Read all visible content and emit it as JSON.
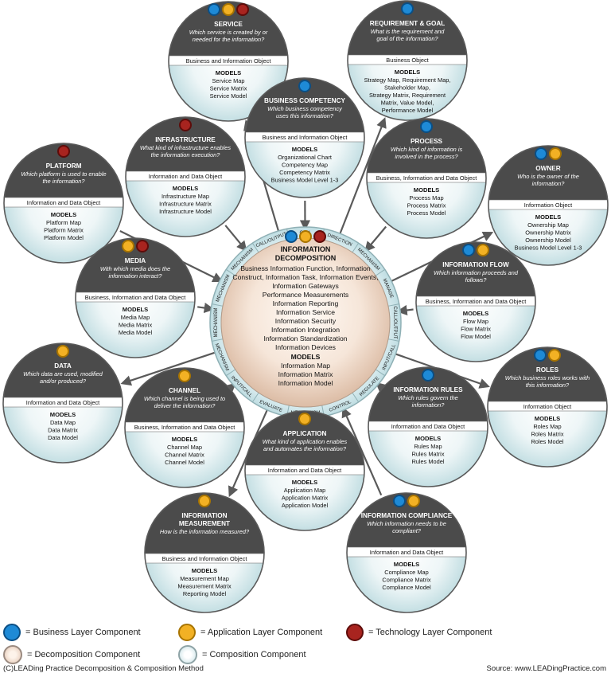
{
  "center": {
    "title": [
      "INFORMATION",
      "DECOMPOSITION"
    ],
    "items": [
      "Business Information Function, Information",
      "Construct, Information Task, Information Events,",
      "Information Gateways",
      "Performance Measurements",
      "Information Reporting",
      "Information Service",
      "Information Security",
      "Information Integration",
      "Information Standardization",
      "Information Devices"
    ],
    "models_title": "MODELS",
    "models": [
      "Information Map",
      "Information Matrix",
      "Information Model"
    ],
    "badges": [
      "business",
      "application",
      "technology"
    ]
  },
  "ring_labels": [
    "CALL",
    "DIRECTION",
    "MECHANISM",
    "MANAGE",
    "CALL/OUTPUT",
    "INPUT/CALL",
    "REGULATE",
    "CONTROL",
    "MECHANISM",
    "EVALUATE",
    "INPUT/CALL",
    "MECHANISM",
    "MECHANISM",
    "MECHANISM",
    "MECHANISM",
    "CALL/OUTPUT"
  ],
  "nodes": [
    {
      "id": "service",
      "title": [
        "SERVICE"
      ],
      "question": [
        "Which service is created by or",
        "needed for the information?"
      ],
      "object": "Business and Information Object",
      "models": [
        "Service Map",
        "Service Matrix",
        "Service Model"
      ],
      "badges": [
        "business",
        "application",
        "technology"
      ]
    },
    {
      "id": "requirement",
      "title": [
        "REQUIREMENT & GOAL"
      ],
      "question": [
        "What is the requirement and",
        "goal of the information?"
      ],
      "object": "Business Object",
      "models": [
        "Strategy Map, Requirement Map,",
        "Stakeholder Map,",
        "Strategy Matrix, Requirement",
        "Matrix, Value Model,",
        "Performance Model"
      ],
      "badges": [
        "business"
      ]
    },
    {
      "id": "competency",
      "title": [
        "BUSINESS COMPETENCY"
      ],
      "question": [
        "Which business competency",
        "uses this information?"
      ],
      "object": "Business and Information Object",
      "models": [
        "Organizational Chart",
        "Competency Map",
        "Competency Matrix",
        "Business Model Level 1-3"
      ],
      "badges": [
        "business"
      ]
    },
    {
      "id": "infrastructure",
      "title": [
        "INFRASTRUCTURE"
      ],
      "question": [
        "What kind of infrastructure enables",
        "the information execution?"
      ],
      "object": "Information and Data Object",
      "models": [
        "Infrastructure Map",
        "Infrastructure Matrix",
        "Infrastructure Model"
      ],
      "badges": [
        "technology"
      ]
    },
    {
      "id": "process",
      "title": [
        "PROCESS"
      ],
      "question": [
        "Which kind of information is",
        "involved in the process?"
      ],
      "object": "Business, Information and Data Object",
      "models": [
        "Process Map",
        "Process Matrix",
        "Process Model"
      ],
      "badges": [
        "business"
      ]
    },
    {
      "id": "platform",
      "title": [
        "PLATFORM"
      ],
      "question": [
        "Which platform is used to enable",
        "the information?"
      ],
      "object": "Information and Data Object",
      "models": [
        "Platform Map",
        "Platform Matrix",
        "Platform Model"
      ],
      "badges": [
        "technology"
      ]
    },
    {
      "id": "owner",
      "title": [
        "OWNER"
      ],
      "question": [
        "Who is the owner of the",
        "information?"
      ],
      "object": "Information Object",
      "models": [
        "Ownership Map",
        "Ownership Matrix",
        "Ownership Model",
        "Business Model Level 1-3"
      ],
      "badges": [
        "business",
        "application"
      ]
    },
    {
      "id": "media",
      "title": [
        "MEDIA"
      ],
      "question": [
        "With which media does the",
        "information interact?"
      ],
      "object": "Business, Information and Data Object",
      "models": [
        "Media Map",
        "Media Matrix",
        "Media Model"
      ],
      "badges": [
        "application",
        "technology"
      ]
    },
    {
      "id": "flow",
      "title": [
        "INFORMATION FLOW"
      ],
      "question": [
        "Which information proceeds and",
        "follows?"
      ],
      "object": "Business, Information and Data Object",
      "models": [
        "Flow Map",
        "Flow Matrix",
        "Flow Model"
      ],
      "badges": [
        "business",
        "application"
      ]
    },
    {
      "id": "data",
      "title": [
        "DATA"
      ],
      "question": [
        "Which data are used, modified",
        "and/or produced?"
      ],
      "object": "Information and Data Object",
      "models": [
        "Data Map",
        "Data Matrix",
        "Data Model"
      ],
      "badges": [
        "application"
      ]
    },
    {
      "id": "channel",
      "title": [
        "CHANNEL"
      ],
      "question": [
        "Which channel is being used to",
        "deliver the information?"
      ],
      "object": "Business, Information and Data Object",
      "models": [
        "Channel Map",
        "Channel Matrix",
        "Channel Model"
      ],
      "badges": [
        "application"
      ]
    },
    {
      "id": "rules",
      "title": [
        "INFORMATION RULES"
      ],
      "question": [
        "Which rules govern the",
        "information?"
      ],
      "object": "Information and Data Object",
      "models": [
        "Rules Map",
        "Rules Matrix",
        "Rules Model"
      ],
      "badges": [
        "business"
      ]
    },
    {
      "id": "roles",
      "title": [
        "ROLES"
      ],
      "question": [
        "Which business roles works with",
        "this information?"
      ],
      "object": "Information Object",
      "models": [
        "Roles Map",
        "Roles Matrix",
        "Roles Model"
      ],
      "badges": [
        "business",
        "application"
      ]
    },
    {
      "id": "application",
      "title": [
        "APPLICATION"
      ],
      "question": [
        "What kind of application enables",
        "and automates the information?"
      ],
      "object": "Information and Data Object",
      "models": [
        "Application Map",
        "Application Matrix",
        "Application Model"
      ],
      "badges": [
        "application"
      ]
    },
    {
      "id": "measurement",
      "title": [
        "INFORMATION",
        "MEASUREMENT"
      ],
      "question": [
        "How is the information measured?"
      ],
      "object": "Business and Information Object",
      "models": [
        "Measurement Map",
        "Measurement Matrix",
        "Reporting Model"
      ],
      "badges": [
        "application"
      ]
    },
    {
      "id": "compliance",
      "title": [
        "INFORMATION COMPLIANCE"
      ],
      "question": [
        "Which information needs to be",
        "compliant?"
      ],
      "object": "Information and Data Object",
      "models": [
        "Compliance Map",
        "Compliance Matrix",
        "Compliance Model"
      ],
      "badges": [
        "business",
        "application"
      ]
    }
  ],
  "models_label": "MODELS",
  "legend": {
    "business": "= Business Layer Component",
    "application": "= Application Layer Component",
    "technology": "= Technology Layer Component",
    "decomposition": "= Decomposition Component",
    "composition": "= Composition Component"
  },
  "footer": {
    "left": "(C)LEADing Practice Decomposition & Composition Method",
    "right": "Source: www.LEADingPractice.com"
  },
  "colors": {
    "business": "#1e8ad6",
    "application": "#f2b124",
    "technology": "#a8241f",
    "header": "#4b4b4b"
  }
}
